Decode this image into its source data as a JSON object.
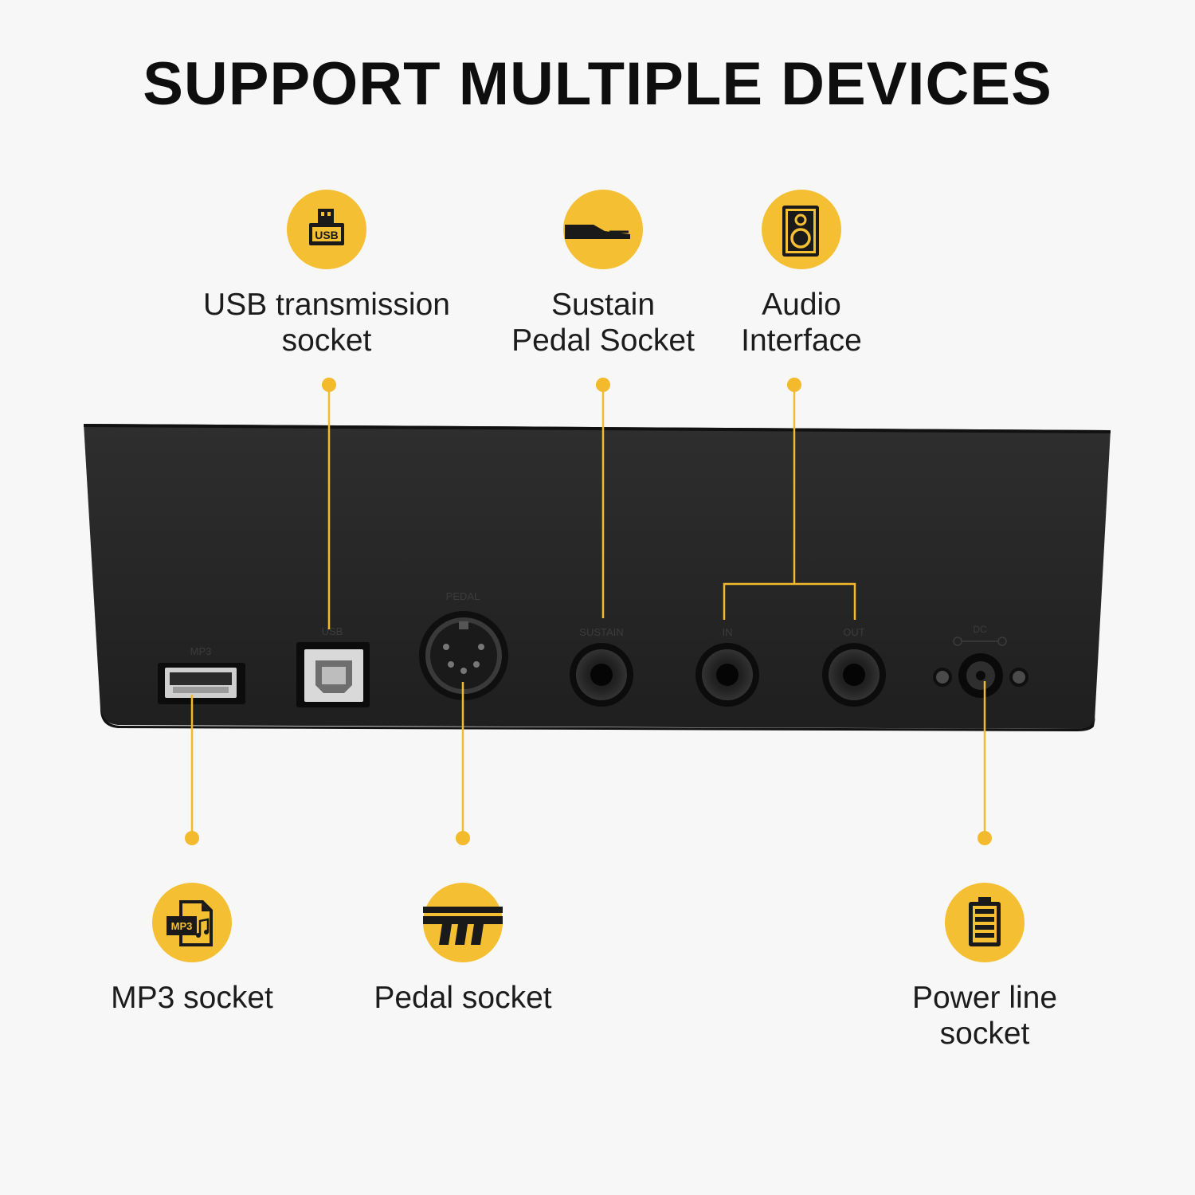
{
  "title": "SUPPORT MULTIPLE DEVICES",
  "colors": {
    "accent": "#f5bf33",
    "panel": "#252525",
    "text": "#1c1c1c",
    "background": "#f7f7f7"
  },
  "features": {
    "usb": {
      "label": "USB transmission\nsocket",
      "icon": "usb-icon",
      "icon_text": "USB"
    },
    "sustain": {
      "label": "Sustain\nPedal Socket",
      "icon": "sustain-pedal-icon"
    },
    "audio": {
      "label": "Audio\nInterface",
      "icon": "speaker-icon"
    },
    "mp3": {
      "label": "MP3 socket",
      "icon": "mp3-file-icon",
      "icon_text": "MP3"
    },
    "pedal": {
      "label": "Pedal socket",
      "icon": "piano-pedals-icon"
    },
    "power": {
      "label": "Power line\nsocket",
      "icon": "battery-icon"
    }
  },
  "panel": {
    "port_labels": {
      "mp3": "MP3",
      "usb": "USB",
      "pedal": "PEDAL",
      "sustain": "SUSTAIN",
      "in": "IN",
      "out": "OUT",
      "dc": "DC"
    }
  }
}
